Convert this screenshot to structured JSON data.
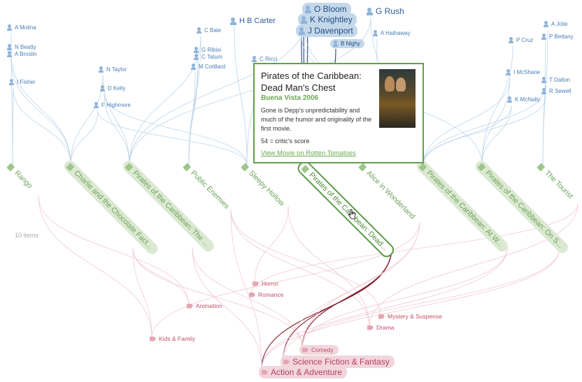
{
  "count_label": "10 items",
  "actors": [
    {
      "label": "A Molina"
    },
    {
      "label": "N Beatty"
    },
    {
      "label": "A Broslin"
    },
    {
      "label": "I Fisher"
    },
    {
      "label": "C Bale"
    },
    {
      "label": "H B Carter"
    },
    {
      "label": "G Ribisi"
    },
    {
      "label": "C Tatum"
    },
    {
      "label": "M Cotillard"
    },
    {
      "label": "N Taylor"
    },
    {
      "label": "D Kelly"
    },
    {
      "label": "F Highmore"
    },
    {
      "label": "C Ricci"
    },
    {
      "label": "O Bloom"
    },
    {
      "label": "K Knightley"
    },
    {
      "label": "J Davenport"
    },
    {
      "label": "G Rush"
    },
    {
      "label": "A Hathaway"
    },
    {
      "label": "B Nighy"
    },
    {
      "label": "A Jolie"
    },
    {
      "label": "P Cruz"
    },
    {
      "label": "P Bettany"
    },
    {
      "label": "I McShane"
    },
    {
      "label": "T Dalton"
    },
    {
      "label": "R Sewell"
    },
    {
      "label": "K McNally"
    }
  ],
  "movies": [
    {
      "label": "Rango"
    },
    {
      "label": "Charlie and the Chocolate Fact..."
    },
    {
      "label": "Pirates of the Caribbean: The ..."
    },
    {
      "label": "Public Enemies"
    },
    {
      "label": "Sleepy Hollow"
    },
    {
      "label": "Pirates of the Caribbean: Dead..."
    },
    {
      "label": "Alice in Wonderland"
    },
    {
      "label": "Pirates of the Caribbean: At W..."
    },
    {
      "label": "Pirates of the Caribbean: On S..."
    },
    {
      "label": "The Tourist"
    }
  ],
  "genres": [
    {
      "label": "Horror"
    },
    {
      "label": "Romance"
    },
    {
      "label": "Animation"
    },
    {
      "label": "Mystery & Suspense"
    },
    {
      "label": "Drama"
    },
    {
      "label": "Kids & Family"
    },
    {
      "label": "Comedy"
    },
    {
      "label": "Science Fiction & Fantasy"
    },
    {
      "label": "Action & Adventure"
    }
  ],
  "tooltip": {
    "title": "Pirates of the Caribbean: Dead Man's Chest",
    "studio": "Buena Vista 2006",
    "description": "Gone is Depp's unpredictability and much of the humor and originality of the first movie.",
    "score": "54 = critic's score",
    "link": "View Movie on Rotten Tomatoes"
  },
  "colors": {
    "actor": "#4a7fb5",
    "actor_link": "#b7d1e8",
    "movie": "#6aa25a",
    "genre": "#c0506a",
    "genre_link": "#f0c3cd",
    "selected_link_actor": "#1f3f7a",
    "selected_link_genre": "#7a1a2a"
  }
}
